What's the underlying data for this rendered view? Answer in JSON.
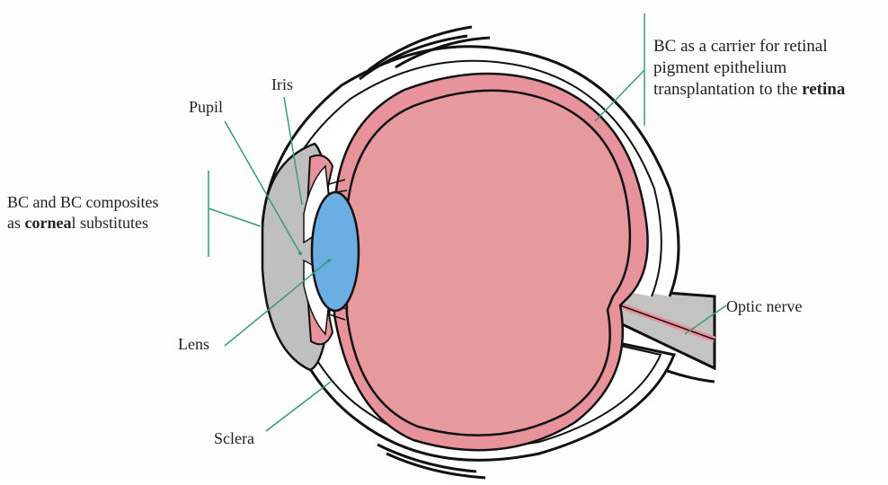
{
  "labels": {
    "cornea_note": {
      "line1": "BC and BC composites",
      "line2_pre": "as ",
      "line2_bold": "cornea",
      "line2_post": "l substitutes"
    },
    "retina_note": {
      "line1": "BC as a carrier  for retinal",
      "line2": "pigment epithelium",
      "line3_pre": "transplantation to the ",
      "line3_bold": "retina"
    },
    "iris": "Iris",
    "pupil": "Pupil",
    "lens": "Lens",
    "sclera": "Sclera",
    "optic_nerve": "Optic nerve"
  },
  "colors": {
    "retina_fill": "#e8939b",
    "vitreous_fill": "#e69a9d",
    "lens_fill": "#6aaee3",
    "cornea_fill": "#bfbfbf",
    "outline": "#111111",
    "leader_line": "#3a9a7a"
  }
}
